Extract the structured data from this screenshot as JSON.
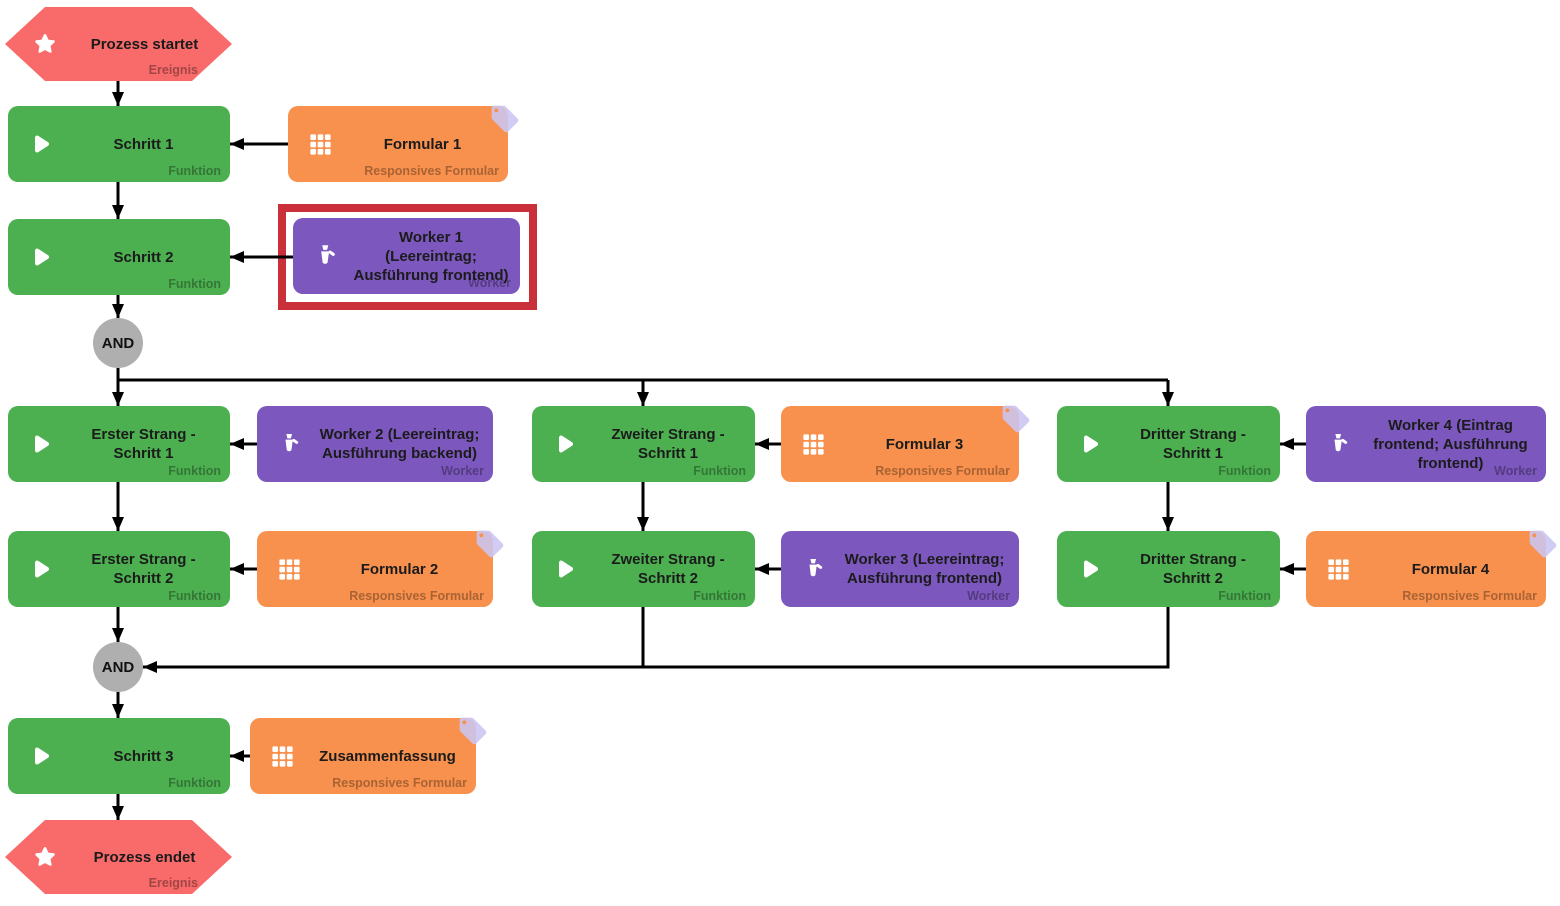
{
  "diagram": {
    "selection": {
      "selected_node": "worker_1"
    },
    "colors": {
      "event": "#F96A6A",
      "function": "#4CAF50",
      "form": "#F8914D",
      "worker": "#7C57BD",
      "gateway": "#AFAFAF",
      "selection_frame": "#C9303A",
      "connector": "#000000",
      "tag": "#CBC5F3"
    },
    "icons": {
      "event": "star-icon",
      "function": "play-icon",
      "form": "grid-icon",
      "worker": "tie-icon",
      "form_corner": "tag-icon"
    }
  },
  "gateways": {
    "and1": {
      "label": "AND"
    },
    "and2": {
      "label": "AND"
    }
  },
  "nodes": {
    "prozess_startet": {
      "title": "Prozess startet",
      "type_label": "Ereignis"
    },
    "schritt_1": {
      "title": "Schritt 1",
      "type_label": "Funktion"
    },
    "formular_1": {
      "title": "Formular 1",
      "type_label": "Responsives Formular"
    },
    "schritt_2": {
      "title": "Schritt 2",
      "type_label": "Funktion"
    },
    "worker_1": {
      "title": "Worker 1\n(Leereintrag;\nAusführung frontend)",
      "type_label": "Worker"
    },
    "erster_strang_schritt_1": {
      "title": "Erster Strang -\nSchritt 1",
      "type_label": "Funktion"
    },
    "worker_2": {
      "title": "Worker 2 (Leereintrag;\nAusführung backend)",
      "type_label": "Worker"
    },
    "zweiter_strang_schritt_1": {
      "title": "Zweiter Strang -\nSchritt 1",
      "type_label": "Funktion"
    },
    "formular_3": {
      "title": "Formular 3",
      "type_label": "Responsives Formular"
    },
    "dritter_strang_schritt_1": {
      "title": "Dritter Strang -\nSchritt 1",
      "type_label": "Funktion"
    },
    "worker_4": {
      "title": "Worker 4 (Eintrag\nfrontend; Ausführung\nfrontend)",
      "type_label": "Worker"
    },
    "erster_strang_schritt_2": {
      "title": "Erster Strang -\nSchritt 2",
      "type_label": "Funktion"
    },
    "formular_2": {
      "title": "Formular 2",
      "type_label": "Responsives Formular"
    },
    "zweiter_strang_schritt_2": {
      "title": "Zweiter Strang -\nSchritt 2",
      "type_label": "Funktion"
    },
    "worker_3": {
      "title": "Worker 3 (Leereintrag;\nAusführung frontend)",
      "type_label": "Worker"
    },
    "dritter_strang_schritt_2": {
      "title": "Dritter Strang -\nSchritt 2",
      "type_label": "Funktion"
    },
    "formular_4": {
      "title": "Formular 4",
      "type_label": "Responsives Formular"
    },
    "schritt_3": {
      "title": "Schritt 3",
      "type_label": "Funktion"
    },
    "zusammenfassung": {
      "title": "Zusammenfassung",
      "type_label": "Responsives Formular"
    },
    "prozess_endet": {
      "title": "Prozess endet",
      "type_label": "Ereignis"
    }
  }
}
